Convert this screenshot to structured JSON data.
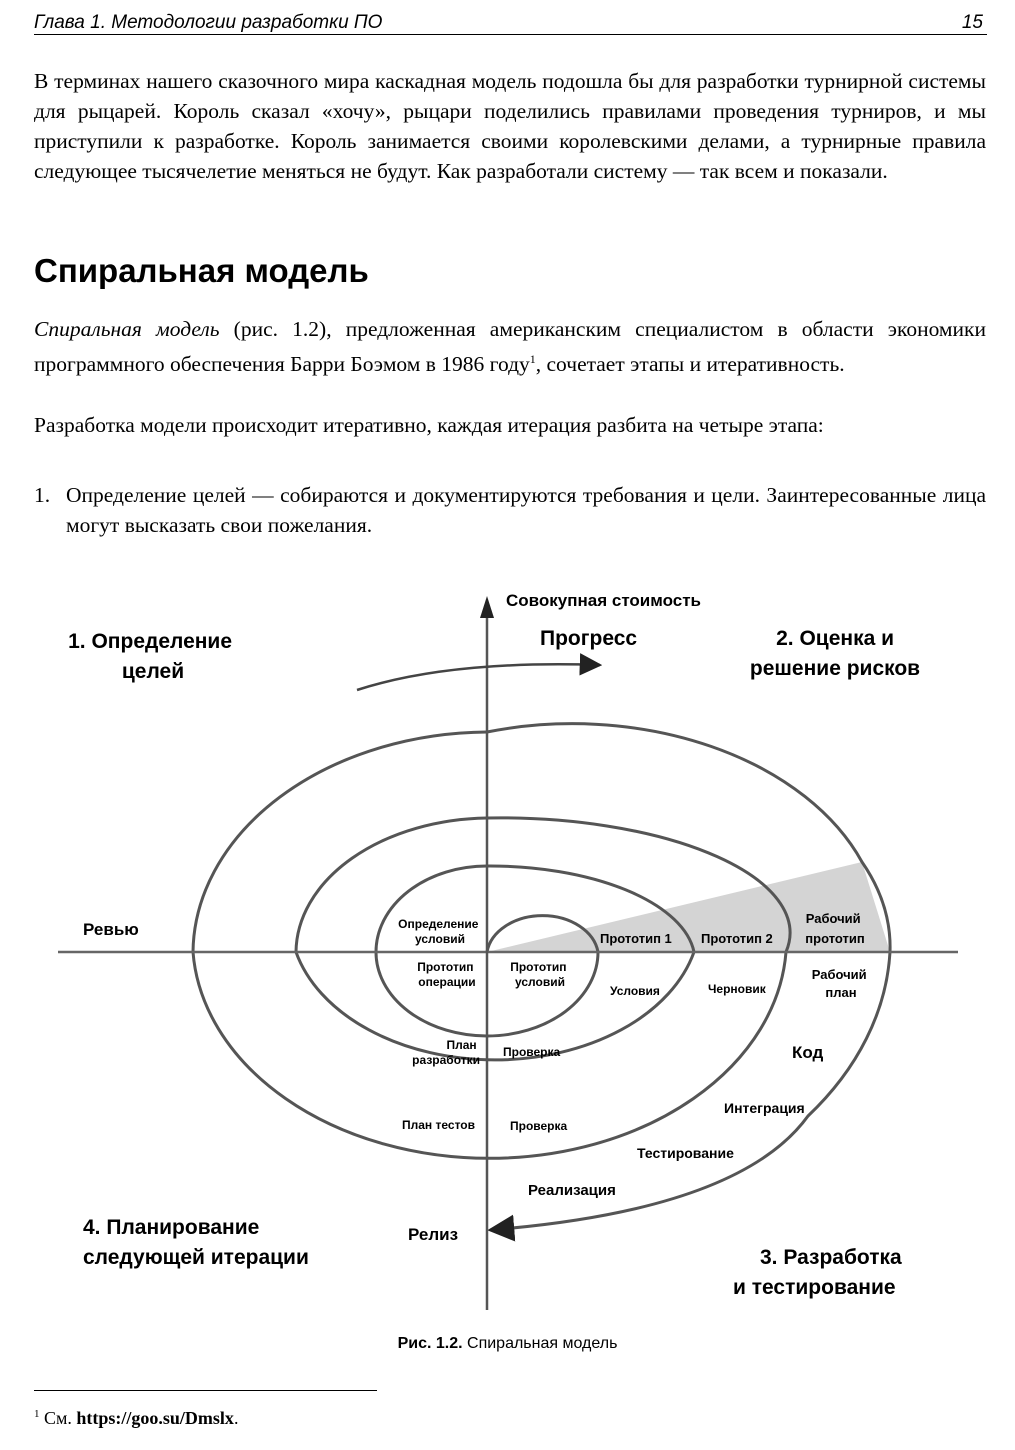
{
  "header": {
    "chapter": "Глава 1. Методологии разработки ПО",
    "page": "15"
  },
  "paragraph1": "В терминах нашего сказочного мира каскадная модель подошла бы для разработки турнирной системы для рыцарей. Король сказал «хочу», рыцари поделились правилами проведения турниров, и мы приступили к разработке. Король занимается своими королевскими делами, а турнирные правила следующее тысячелетие меняться не будут. Как разработали систему — так всем и показали.",
  "section_title": "Спиральная модель",
  "paragraph2": {
    "term": "Спиральная модель",
    "text_a": " (рис. 1.2), предложенная американским специалистом в области экономики программного обеспечения Барри Боэмом в 1986 году",
    "footnote_ref": "1",
    "text_b": ", сочетает этапы и итеративность."
  },
  "paragraph3": "Разработка модели происходит итеративно, каждая итерация разбита на четыре этапа:",
  "list": [
    {
      "num": "1.",
      "text": "Определение целей — собираются и документируются требования и цели. Заинтересованные лица могут высказать свои пожелания."
    }
  ],
  "figure": {
    "y_axis_label": "Совокупная стоимость",
    "progress": "Прогресс",
    "quadrant1": [
      "1. Определение",
      "целей"
    ],
    "quadrant2": [
      "2. Оценка и",
      "решение рисков"
    ],
    "quadrant3": [
      "3. Разработка",
      "и тестирование"
    ],
    "quadrant4": [
      "4. Планирование",
      "следующей итерации"
    ],
    "review": "Ревью",
    "release": "Релиз",
    "labels": {
      "opredelenie_usloviy": [
        "Определение",
        "условий"
      ],
      "prototip_operacii": [
        "Прототип",
        "операции"
      ],
      "prototip_usloviy": [
        "Прототип",
        "условий"
      ],
      "prototip1": "Прототип 1",
      "prototip2": "Прототип 2",
      "rabochiy_prototip": [
        "Рабочий",
        "прототип"
      ],
      "usloviya": "Условия",
      "chernovik": "Черновик",
      "rabochiy_plan": [
        "Рабочий",
        "план"
      ],
      "plan_razrabotki": [
        "План",
        "разработки"
      ],
      "proverka1": "Проверка",
      "kod": "Код",
      "integraciya": "Интеграция",
      "plan_testov": "План тестов",
      "proverka2": "Проверка",
      "testirovanie": "Тестирование",
      "realizaciya": "Реализация"
    }
  },
  "caption": {
    "label": "Рис. 1.2.",
    "text": " Спиральная модель"
  },
  "footnote": {
    "num": "1",
    "prefix": " См. ",
    "url": "https://goo.su/Dmslx",
    "suffix": "."
  }
}
